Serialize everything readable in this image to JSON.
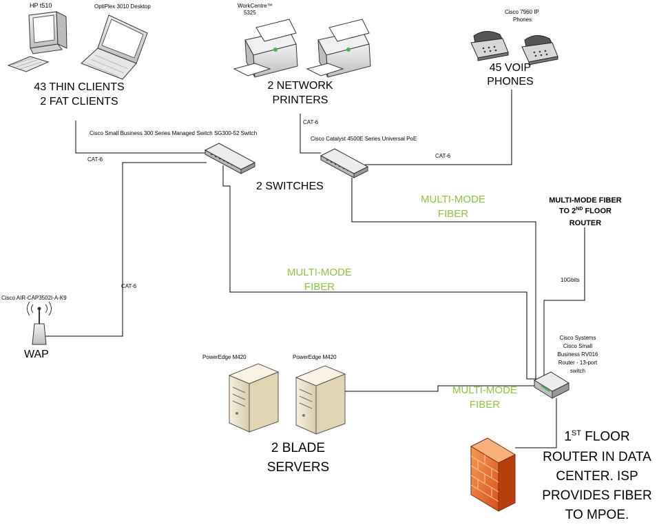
{
  "devices": {
    "hp_thin_client": "HP t510",
    "optiplex": "OptiPlex 3010 Desktop",
    "workcentre_line1": "WorkCentre™",
    "workcentre_line2": "5325",
    "cisco_phone_line1": "Cisco 7960 IP",
    "cisco_phone_line2": "Phones",
    "switch1": "Cisco Small Business 300 Series Managed Switch SG300-52 Switch",
    "switch2": "Cisco Catalyst 4500E Series Universal PoE",
    "wap_model": "Cisco AIR-CAP3502I-A-K9",
    "server1": "PowerEdge M420",
    "server2": "PowerEdge M420",
    "router_line1": "Cisco Systems",
    "router_line2": "Cisco Small",
    "router_line3": "Business RV016",
    "router_line4": "Router - 13-port",
    "router_line5": "switch"
  },
  "group_labels": {
    "clients_line1": "43 THIN CLIENTS",
    "clients_line2": "2 FAT CLIENTS",
    "printers_line1": "2 NETWORK",
    "printers_line2": "PRINTERS",
    "phones_line1": "45 VOIP",
    "phones_line2": "PHONES",
    "switches": "2 SWITCHES",
    "wap": "WAP",
    "servers_line1": "2 BLADE",
    "servers_line2": "SERVERS"
  },
  "links": {
    "cat6_clients": "CAT-6",
    "cat6_printers": "CAT-6",
    "cat6_phones": "CAT-6",
    "cat6_wap": "CAT-6",
    "fiber1_line1": "MULTI-MODE",
    "fiber1_line2": "FIBER",
    "fiber2_line1": "MULTI-MODE",
    "fiber2_line2": "FIBER",
    "fiber3_line1": "MULTI-MODE",
    "fiber3_line2": "FIBER",
    "uplink_speed": "10Gbits",
    "floor2_line1": "MULTI-MODE FIBER",
    "floor2_line2_pre": "TO 2",
    "floor2_line2_sup": "ND",
    "floor2_line2_post": " FLOOR",
    "floor2_line3": "ROUTER"
  },
  "datacenter": {
    "line1_pre": "1",
    "line1_sup": "ST",
    "line1_post": " FLOOR",
    "line2": "ROUTER IN DATA",
    "line3": "CENTER. ISP",
    "line4": "PROVIDES FIBER",
    "line5": "TO MPOE."
  },
  "colors": {
    "fiber_label": "#8dc23f",
    "firewall": "#e8672a",
    "server_body": "#efe6cf",
    "device_gray": "#d9d9d9"
  }
}
